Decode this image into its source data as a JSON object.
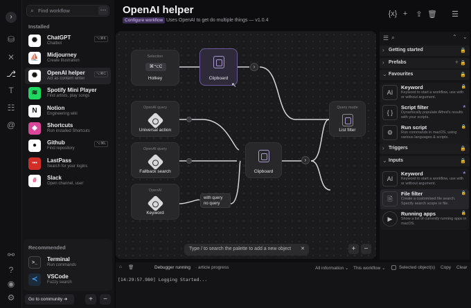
{
  "app": {
    "title": "OpenAI helper",
    "configure_label": "Configure workflow",
    "subtitle": "Uses OpenAI to get do multiple things — v1.0.4"
  },
  "colors": {
    "accent": "#a37cf0",
    "star": "#a37cf0",
    "node_highlight": "#6d5a9a"
  },
  "sidebar": {
    "search_placeholder": "Find workflow",
    "installed_heading": "Installed",
    "recommended_heading": "Recommended",
    "workflows": [
      {
        "name": "ChatGPT",
        "desc": "Chatbot",
        "kbd": "⌥⌘K",
        "icon": "chatgpt-logo"
      },
      {
        "name": "Midjourney",
        "desc": "Create illustration",
        "kbd": "",
        "icon": "midjourney-logo"
      },
      {
        "name": "OpenAI helper",
        "desc": "Act as content writer",
        "kbd": "⌥⌘C",
        "icon": "openai-logo"
      },
      {
        "name": "Spotify Mini Player",
        "desc": "Find artists, play songs",
        "kbd": "",
        "icon": "spotify-logo"
      },
      {
        "name": "Notion",
        "desc": "Engineering wiki",
        "kbd": "",
        "icon": "notion-logo"
      },
      {
        "name": "Shortcuts",
        "desc": "Run installed Shortcuts",
        "kbd": "",
        "icon": "shortcuts-logo"
      },
      {
        "name": "Github",
        "desc": "Find repository",
        "kbd": "⌥⌘L",
        "icon": "github-logo"
      },
      {
        "name": "LastPass",
        "desc": "Search for your logins",
        "kbd": "",
        "icon": "lastpass-logo"
      },
      {
        "name": "Slack",
        "desc": "Open channel, user",
        "kbd": "",
        "icon": "slack-logo"
      }
    ],
    "recommended": [
      {
        "name": "Terminal",
        "desc": "Run commands",
        "icon": "terminal-logo"
      },
      {
        "name": "VSCode",
        "desc": "Fuzzy search",
        "icon": "vscode-logo"
      }
    ],
    "goto_label": "Go to community ➔"
  },
  "canvas": {
    "nodes": {
      "hotkey": {
        "top": "Selection",
        "pill": "⌘⌥C",
        "label": "Hotkey"
      },
      "clipboard1": {
        "label": "Clipboard"
      },
      "universal": {
        "top": "OpenAI query",
        "label": "Universal action"
      },
      "fallback": {
        "top": "OpenAI query",
        "label": "Fallback search"
      },
      "keyword": {
        "top": "OpenAI",
        "label": "Keyword"
      },
      "clipboard2": {
        "label": "Clipboard"
      },
      "listfilter": {
        "top": "Query mode",
        "label": "List filter"
      }
    },
    "conditions": [
      "with query",
      "no query"
    ],
    "palette_text": "Type / to search the palette to add a new object",
    "zoom_in": "+",
    "zoom_out": "−"
  },
  "debugger": {
    "status": "Debugger running",
    "context": "· article progress",
    "filter_info": "All information ⌄",
    "filter_workflow": "This workflow ⌄",
    "selected_label": "Selected object(s)",
    "copy_label": "Copy",
    "clear_label": "Clear",
    "log_line": "[14:29:57.980] Logging Started..."
  },
  "right_panel": {
    "sections": [
      {
        "title": "Getting started",
        "collapsed": true
      },
      {
        "title": "Prefabs",
        "collapsed": true
      },
      {
        "title": "Favourites",
        "collapsed": false
      },
      {
        "title": "Triggers",
        "collapsed": true
      },
      {
        "title": "Inputs",
        "collapsed": false
      }
    ],
    "favourites": [
      {
        "name": "Keyword",
        "desc": "Keyword to start a workflow, use with or without argument.",
        "icon": "AI",
        "star": true
      },
      {
        "name": "Script filter",
        "desc": "Dynamically populate Alfred's results with your scripts.",
        "icon": "{ }",
        "star": true
      },
      {
        "name": "Run script",
        "desc": "Run commands in macOS, using various languages & scripts.",
        "icon": "⚙",
        "star": true
      }
    ],
    "inputs": [
      {
        "name": "Keyword",
        "desc": "Keyword to start a workflow, use with or without argument.",
        "icon": "AI",
        "star": true
      },
      {
        "name": "File filter",
        "desc": "Create a customised file search. Specify search scope or file.",
        "icon": "🗎",
        "star": true
      },
      {
        "name": "Running apps",
        "desc": "Show a list of currently running apps in macOS.",
        "icon": "▶",
        "star": false
      }
    ]
  }
}
